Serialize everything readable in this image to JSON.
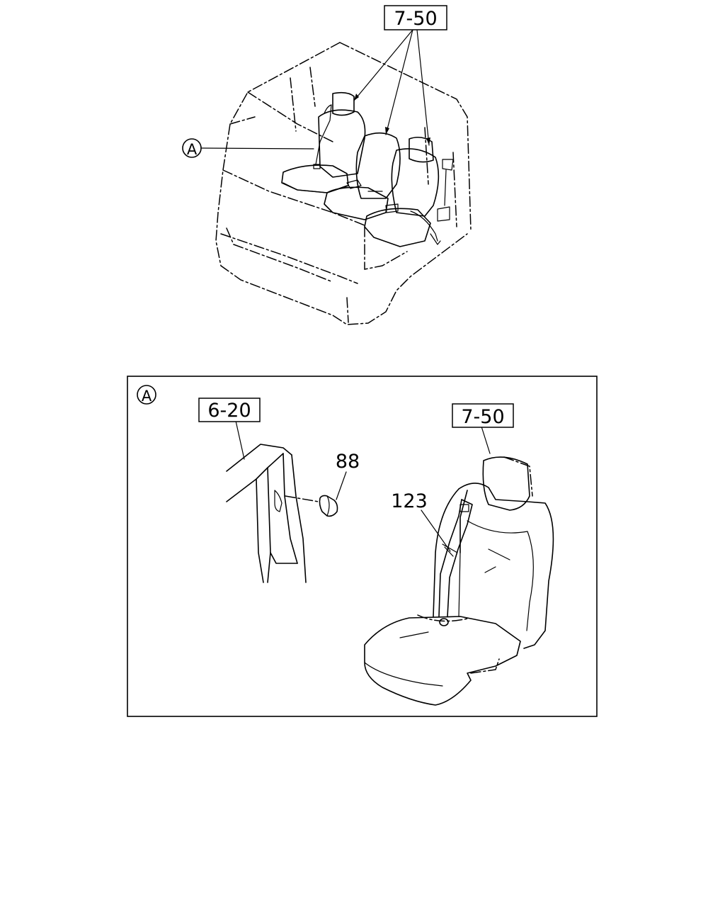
{
  "callouts": {
    "ref_top": "7-50",
    "ref_left": "6-20",
    "ref_right": "7-50",
    "part_88": "88",
    "part_123": "123",
    "detail_marker": "A",
    "detail_marker_inset": "A"
  }
}
